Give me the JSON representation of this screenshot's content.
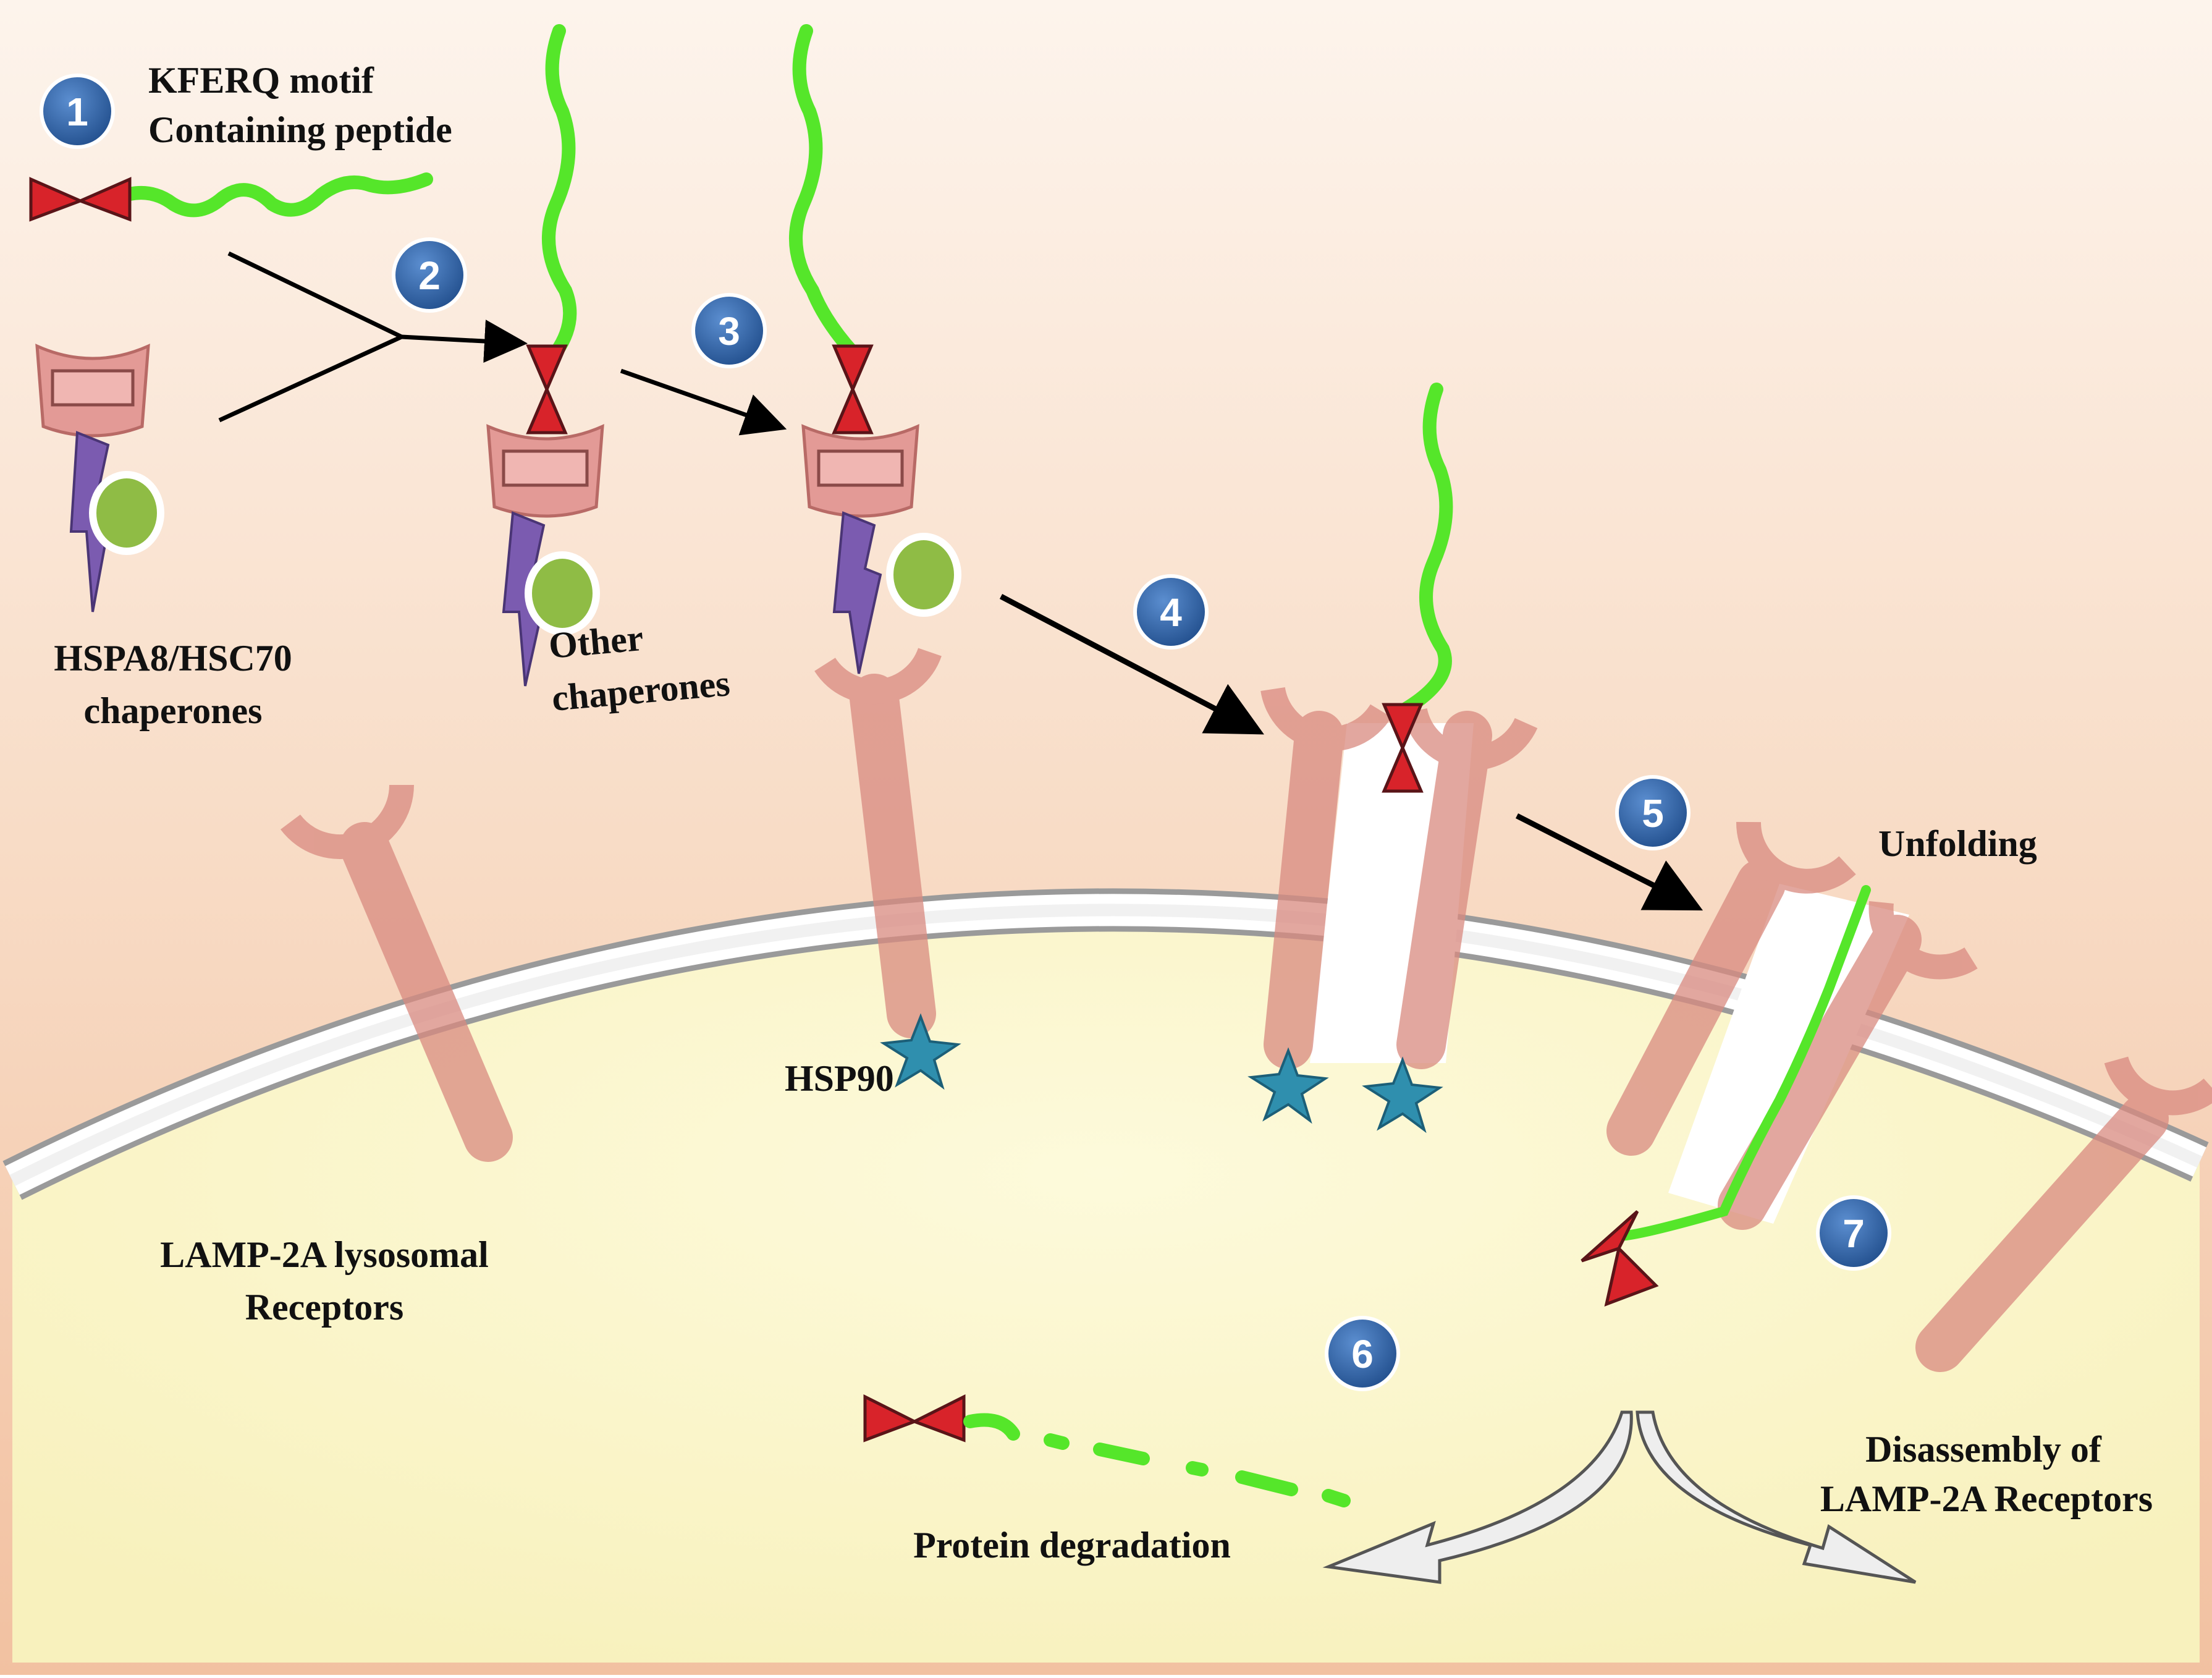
{
  "steps": [
    "1",
    "2",
    "3",
    "4",
    "5",
    "6",
    "7"
  ],
  "labels": {
    "kferq_line1": "KFERQ motif",
    "kferq_line2": "Containing peptide",
    "hspa8_line1": "HSPA8/HSC70",
    "hspa8_line2": "chaperones",
    "other_line1": "Other",
    "other_line2": "chaperones",
    "hsp90": "HSP90",
    "unfolding": "Unfolding",
    "lamp_line1": "LAMP-2A lysosomal",
    "lamp_line2": "Receptors",
    "protein_degradation": "Protein degradation",
    "disassembly_line1": "Disassembly of",
    "disassembly_line2": "LAMP-2A Receptors"
  },
  "colors": {
    "cytosol": "#f5d2b8",
    "lumen": "#fbf7c9",
    "membrane": "#eeeeee",
    "peptide": "#55e62a",
    "motif": "#d8232a",
    "hsc70": "#e39a96",
    "co_chaperone": "#7b5bb0",
    "green_chaperone": "#8fbc45",
    "lamp": "#d98a80",
    "hsp90": "#2f8fae",
    "step_badge": "#2f5f9e",
    "arrow": "#000000"
  }
}
